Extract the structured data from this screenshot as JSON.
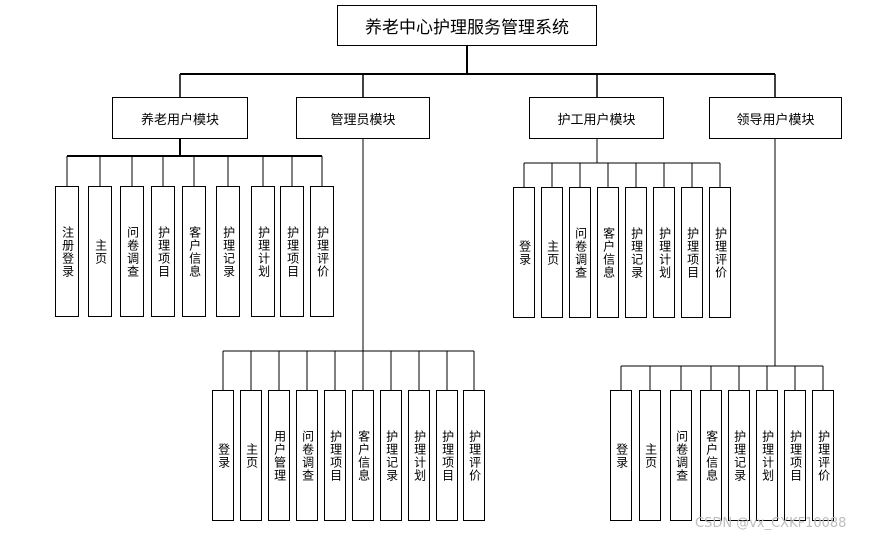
{
  "root": "养老中心护理服务管理系统",
  "modules": [
    {
      "label": "养老用户模块",
      "items": [
        "注册登录",
        "主页",
        "问卷调查",
        "护理项目",
        "客户信息",
        "护理记录",
        "护理计划",
        "护理项目",
        "护理评价"
      ]
    },
    {
      "label": "管理员模块",
      "items": [
        "登录",
        "主页",
        "用户管理",
        "问卷调查",
        "护理项目",
        "客户信息",
        "护理记录",
        "护理计划",
        "护理项目",
        "护理评价"
      ]
    },
    {
      "label": "护工用户模块",
      "items": [
        "登录",
        "主页",
        "问卷调查",
        "客户信息",
        "护理记录",
        "护理计划",
        "护理项目",
        "护理评价"
      ]
    },
    {
      "label": "领导用户模块",
      "items": [
        "登录",
        "主页",
        "问卷调查",
        "客户信息",
        "护理记录",
        "护理计划",
        "护理项目",
        "护理评价"
      ]
    }
  ],
  "watermark": "CSDN @vx_CXKF10088"
}
